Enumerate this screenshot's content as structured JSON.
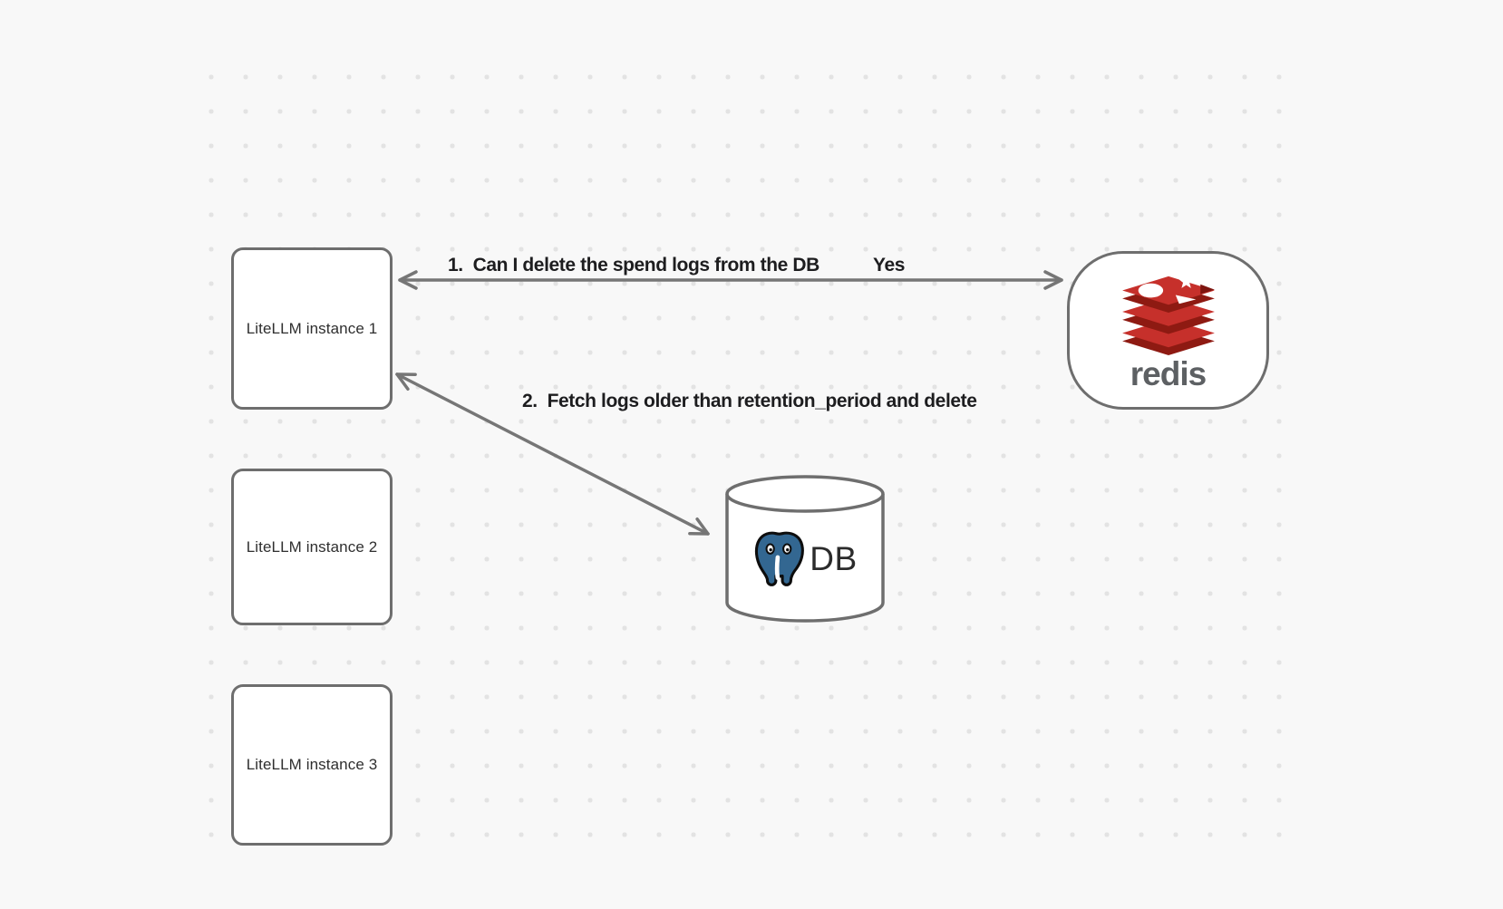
{
  "diagram": {
    "background": {
      "color": "#f8f8f8",
      "dot_color": "#e3e3e3"
    },
    "stroke_color": "#6e6e6e",
    "arrow_color": "#767676",
    "label_color": "#1d1d1f",
    "nodes": {
      "litellm_instances": [
        {
          "label": "LiteLLM instance 1"
        },
        {
          "label": "LiteLLM instance 2"
        },
        {
          "label": "LiteLLM instance 3"
        }
      ],
      "redis": {
        "wordmark": "redis",
        "icon": "redis-stack-logo",
        "logo_red": "#c6302b",
        "logo_dark_red": "#8e1a12",
        "wordmark_color": "#5d6063"
      },
      "database": {
        "label": "DB",
        "icon": "postgresql-elephant-logo",
        "elephant_blue": "#336791"
      }
    },
    "arrows": [
      {
        "label": "1.  Can I delete the spend logs from the DB",
        "response": "Yes",
        "from": "LiteLLM instance 1",
        "to": "redis",
        "double_headed": true
      },
      {
        "label": "2.  Fetch logs older than retention_period and delete",
        "from": "LiteLLM instance 1",
        "to": "DB",
        "double_headed": true
      }
    ]
  }
}
